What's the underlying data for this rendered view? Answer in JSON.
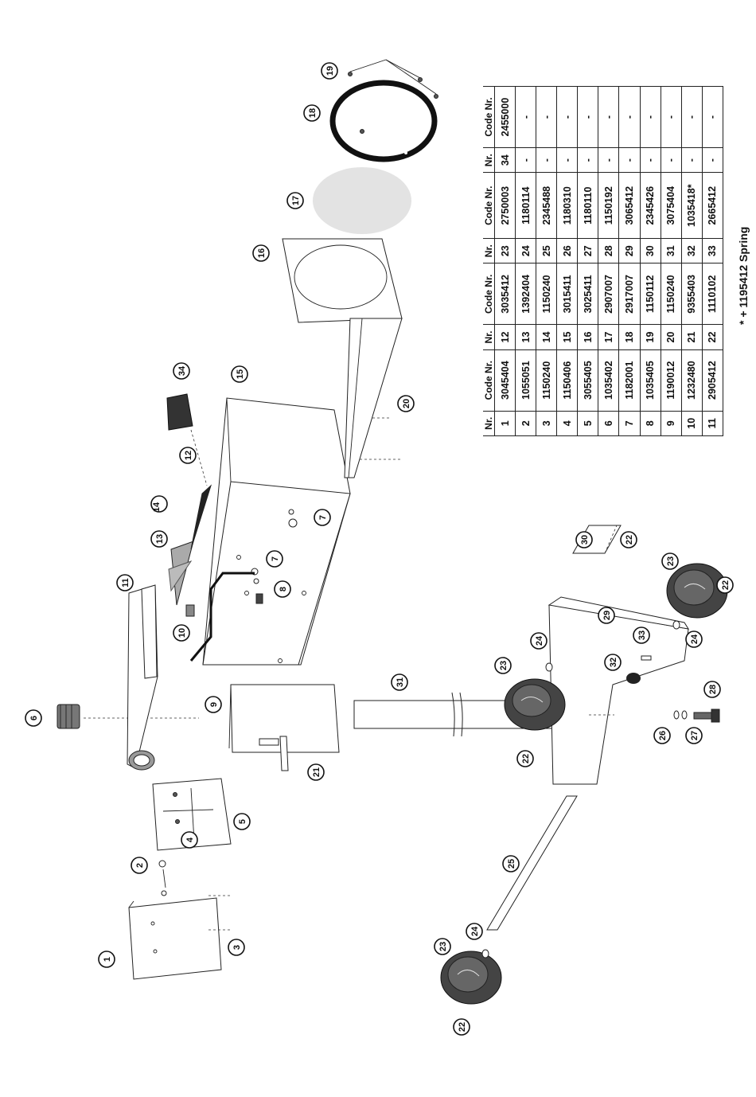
{
  "callouts": [
    "1",
    "2",
    "3",
    "4",
    "5",
    "6",
    "7",
    "7",
    "8",
    "9",
    "10",
    "11",
    "12",
    "13",
    "14",
    "15",
    "16",
    "17",
    "18",
    "19",
    "20",
    "21",
    "22",
    "22",
    "22",
    "22",
    "23",
    "23",
    "23",
    "24",
    "24",
    "24",
    "25",
    "26",
    "27",
    "28",
    "29",
    "30",
    "31",
    "32",
    "33",
    "34"
  ],
  "table": {
    "headers": [
      "Nr.",
      "Code Nr.",
      "Nr.",
      "Code Nr.",
      "Nr.",
      "Code Nr.",
      "Nr.",
      "Code Nr."
    ],
    "rows": [
      [
        "1",
        "3045404",
        "12",
        "3035412",
        "23",
        "2750003",
        "34",
        "2455000"
      ],
      [
        "2",
        "1055051",
        "13",
        "1392404",
        "24",
        "1180114",
        "-",
        "-"
      ],
      [
        "3",
        "1150240",
        "14",
        "1150240",
        "25",
        "2345488",
        "-",
        "-"
      ],
      [
        "4",
        "1150406",
        "15",
        "3015411",
        "26",
        "1180310",
        "-",
        "-"
      ],
      [
        "5",
        "3055405",
        "16",
        "3025411",
        "27",
        "1180110",
        "-",
        "-"
      ],
      [
        "6",
        "1035402",
        "17",
        "2907007",
        "28",
        "1150192",
        "-",
        "-"
      ],
      [
        "7",
        "1182001",
        "18",
        "2917007",
        "29",
        "3065412",
        "-",
        "-"
      ],
      [
        "8",
        "1035405",
        "19",
        "1150112",
        "30",
        "2345426",
        "-",
        "-"
      ],
      [
        "9",
        "1190012",
        "20",
        "1150240",
        "31",
        "3075404",
        "-",
        "-"
      ],
      [
        "10",
        "1232480",
        "21",
        "9355403",
        "32",
        "1035418*",
        "-",
        "-"
      ],
      [
        "11",
        "2905412",
        "22",
        "1110102",
        "33",
        "2665412",
        "-",
        "-"
      ]
    ]
  },
  "footnote": "* + 1195412 Spring"
}
